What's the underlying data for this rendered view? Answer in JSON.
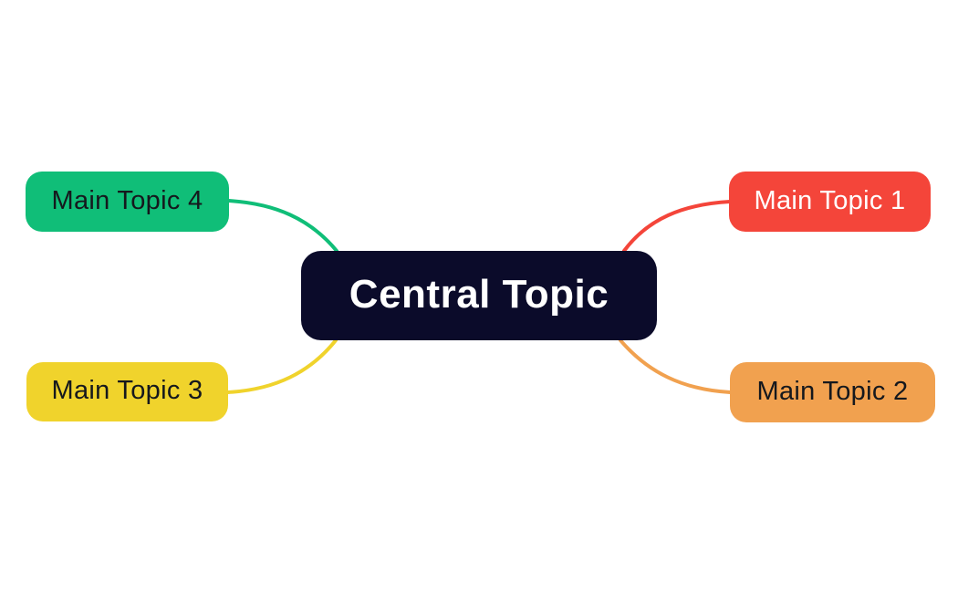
{
  "mindmap": {
    "background_color": "#FFFFFF",
    "central": {
      "label": "Central Topic",
      "bg_color": "#0B0B2A",
      "text_color": "#FFFFFF"
    },
    "topics": [
      {
        "label": "Main Topic 1",
        "position": "top-right",
        "bg_color": "#F4453A",
        "text_color": "#FFFFFF",
        "connector_color": "#F4453A"
      },
      {
        "label": "Main Topic 2",
        "position": "bottom-right",
        "bg_color": "#F1A14F",
        "text_color": "#15181D",
        "connector_color": "#F1A14F"
      },
      {
        "label": "Main Topic 3",
        "position": "bottom-left",
        "bg_color": "#F0D32C",
        "text_color": "#15181D",
        "connector_color": "#F0D32C"
      },
      {
        "label": "Main Topic 4",
        "position": "top-left",
        "bg_color": "#10BE78",
        "text_color": "#15181D",
        "connector_color": "#10BE78"
      }
    ]
  }
}
